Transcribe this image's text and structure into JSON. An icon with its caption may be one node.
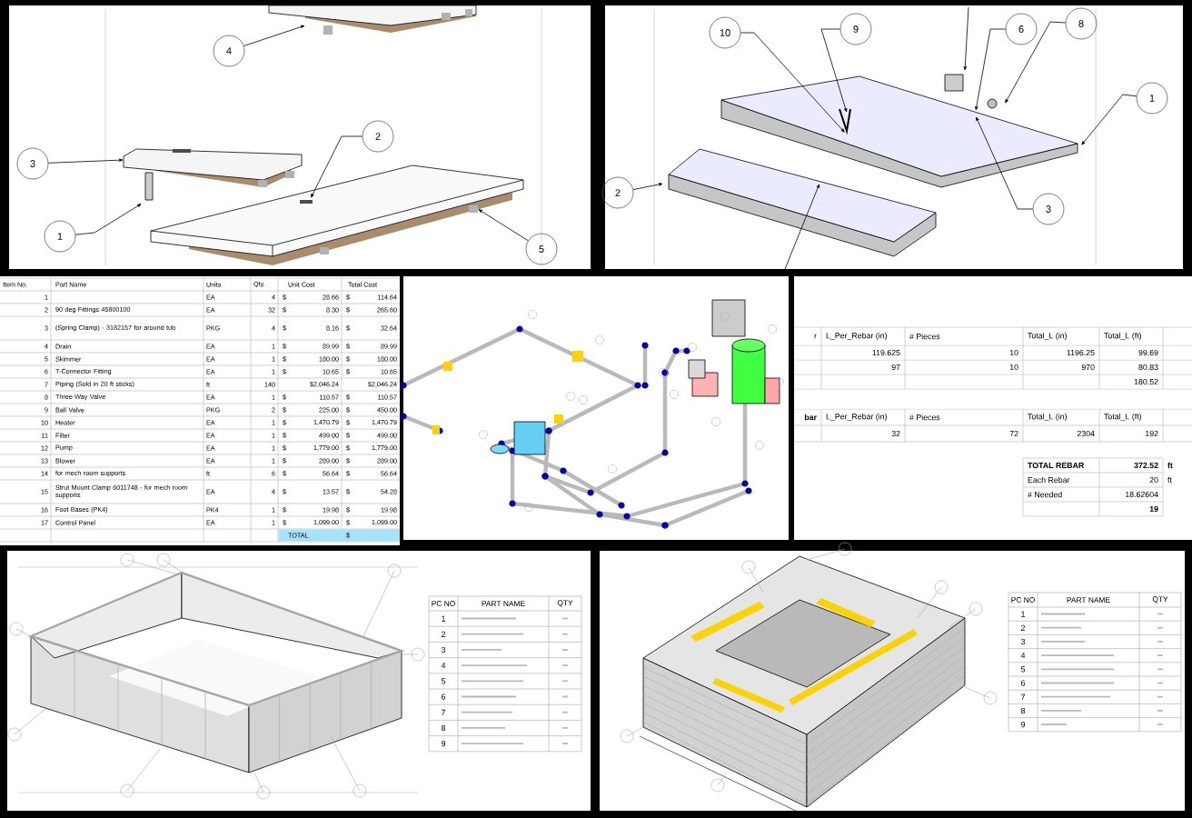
{
  "diagram": {
    "nodes": [
      {
        "text": [
          "4"
        ]
      },
      {
        "text": [
          "3"
        ]
      },
      {
        "text": [
          "2"
        ]
      },
      {
        "text": [
          "1"
        ]
      },
      {
        "text": [
          "5"
        ]
      },
      {
        "text": [
          "10"
        ]
      },
      {
        "text": [
          "9"
        ]
      },
      {
        "text": [
          "6"
        ]
      },
      {
        "text": [
          "8"
        ]
      },
      {
        "text": [
          "1"
        ]
      },
      {
        "text": [
          "2"
        ]
      },
      {
        "text": [
          "3"
        ]
      }
    ],
    "edges": [
      {
        "from": 0,
        "to": null,
        "arrow": "to"
      },
      {
        "from": 1,
        "to": null,
        "arrow": "to"
      },
      {
        "from": 2,
        "to": null,
        "arrow": "to"
      },
      {
        "from": 3,
        "to": null,
        "arrow": "to"
      },
      {
        "from": 4,
        "to": null,
        "arrow": "to"
      },
      {
        "from": 5,
        "to": null,
        "arrow": "to"
      },
      {
        "from": 6,
        "to": null,
        "arrow": "to"
      },
      {
        "from": 7,
        "to": null,
        "arrow": "to"
      },
      {
        "from": 8,
        "to": null,
        "arrow": "to"
      },
      {
        "from": 9,
        "to": null,
        "arrow": "to"
      },
      {
        "from": 10,
        "to": null,
        "arrow": "to"
      },
      {
        "from": 11,
        "to": null,
        "arrow": "to"
      }
    ],
    "labels": [
      "Item No.",
      "Part Name",
      "Units",
      "Qty.",
      "Unit Cost",
      "Total Cost",
      "1",
      "EA",
      "4",
      "$",
      "28.66",
      "$",
      "114.64",
      "2",
      "90 deg Fittings 45800100",
      "EA",
      "32",
      "$",
      "8.30",
      "$",
      "265.60",
      "3",
      "(Spring Clamp) - 3182157 for around tub",
      "PKG",
      "4",
      "$",
      "8.16",
      "$",
      "32.64",
      "4",
      "Drain",
      "EA",
      "1",
      "$",
      "89.99",
      "$",
      "89.99",
      "5",
      "Skimmer",
      "EA",
      "1",
      "$",
      "180.00",
      "$",
      "180.00",
      "6",
      "T-Connector Fitting",
      "EA",
      "1",
      "$",
      "10.65",
      "$",
      "10.65",
      "7",
      "Piping (Sold in 20 ft sticks)",
      "ft",
      "140",
      "$2,046.24",
      "$2,046.24",
      "8",
      "Three-Way Valve",
      "EA",
      "1",
      "$",
      "110.57",
      "$",
      "110.57",
      "9",
      "Ball Valve",
      "PKG",
      "2",
      "$",
      "225.00",
      "$",
      "450.00",
      "10",
      "Heater",
      "EA",
      "1",
      "$",
      "1,470.79",
      "$",
      "1,470.79",
      "11",
      "Filter",
      "EA",
      "1",
      "$",
      "499.00",
      "$",
      "499.00",
      "12",
      "Pump",
      "EA",
      "1",
      "$",
      "1,779.00",
      "$",
      "1,779.00",
      "13",
      "Blower",
      "EA",
      "1",
      "$",
      "289.00",
      "$",
      "289.00",
      "14",
      "for mech room supports",
      "ft",
      "6",
      "$",
      "56.64",
      "$",
      "56.64",
      "15",
      "Strut Mount Clamp 6011748 - for mech room supports",
      "EA",
      "4",
      "$",
      "13.57",
      "$",
      "54.28",
      "16",
      "Foot Bases (PK4)",
      "PK4",
      "1",
      "$",
      "19.98",
      "$",
      "19.98",
      "17",
      "Control Panel",
      "EA",
      "1",
      "$",
      "1,099.00",
      "$",
      "1,099.00",
      "TOTAL",
      "$",
      "r",
      "L_Per_Rebar (in)",
      "# Pieces",
      "Total_L (in)",
      "Total_L (ft)",
      "119.625",
      "10",
      "1196.25",
      "99.69",
      "97",
      "10",
      "970",
      "80.83",
      "180.52",
      "bar",
      "L_Per_Rebar (in)",
      "# Pieces",
      "Total_L (in)",
      "Total_L (ft)",
      "32",
      "72",
      "2304",
      "192",
      "TOTAL REBAR",
      "372.52",
      "ft",
      "Each Rebar",
      "20",
      "ft",
      "# Needed",
      "18.62604",
      "19",
      "PC NO",
      "PART NAME",
      "QTY",
      "1",
      "2",
      "3",
      "4",
      "5",
      "6",
      "7",
      "8",
      "9",
      "PC NO",
      "PART NAME",
      "QTY",
      "1",
      "2",
      "3",
      "4",
      "5",
      "6",
      "7",
      "8",
      "9"
    ]
  }
}
